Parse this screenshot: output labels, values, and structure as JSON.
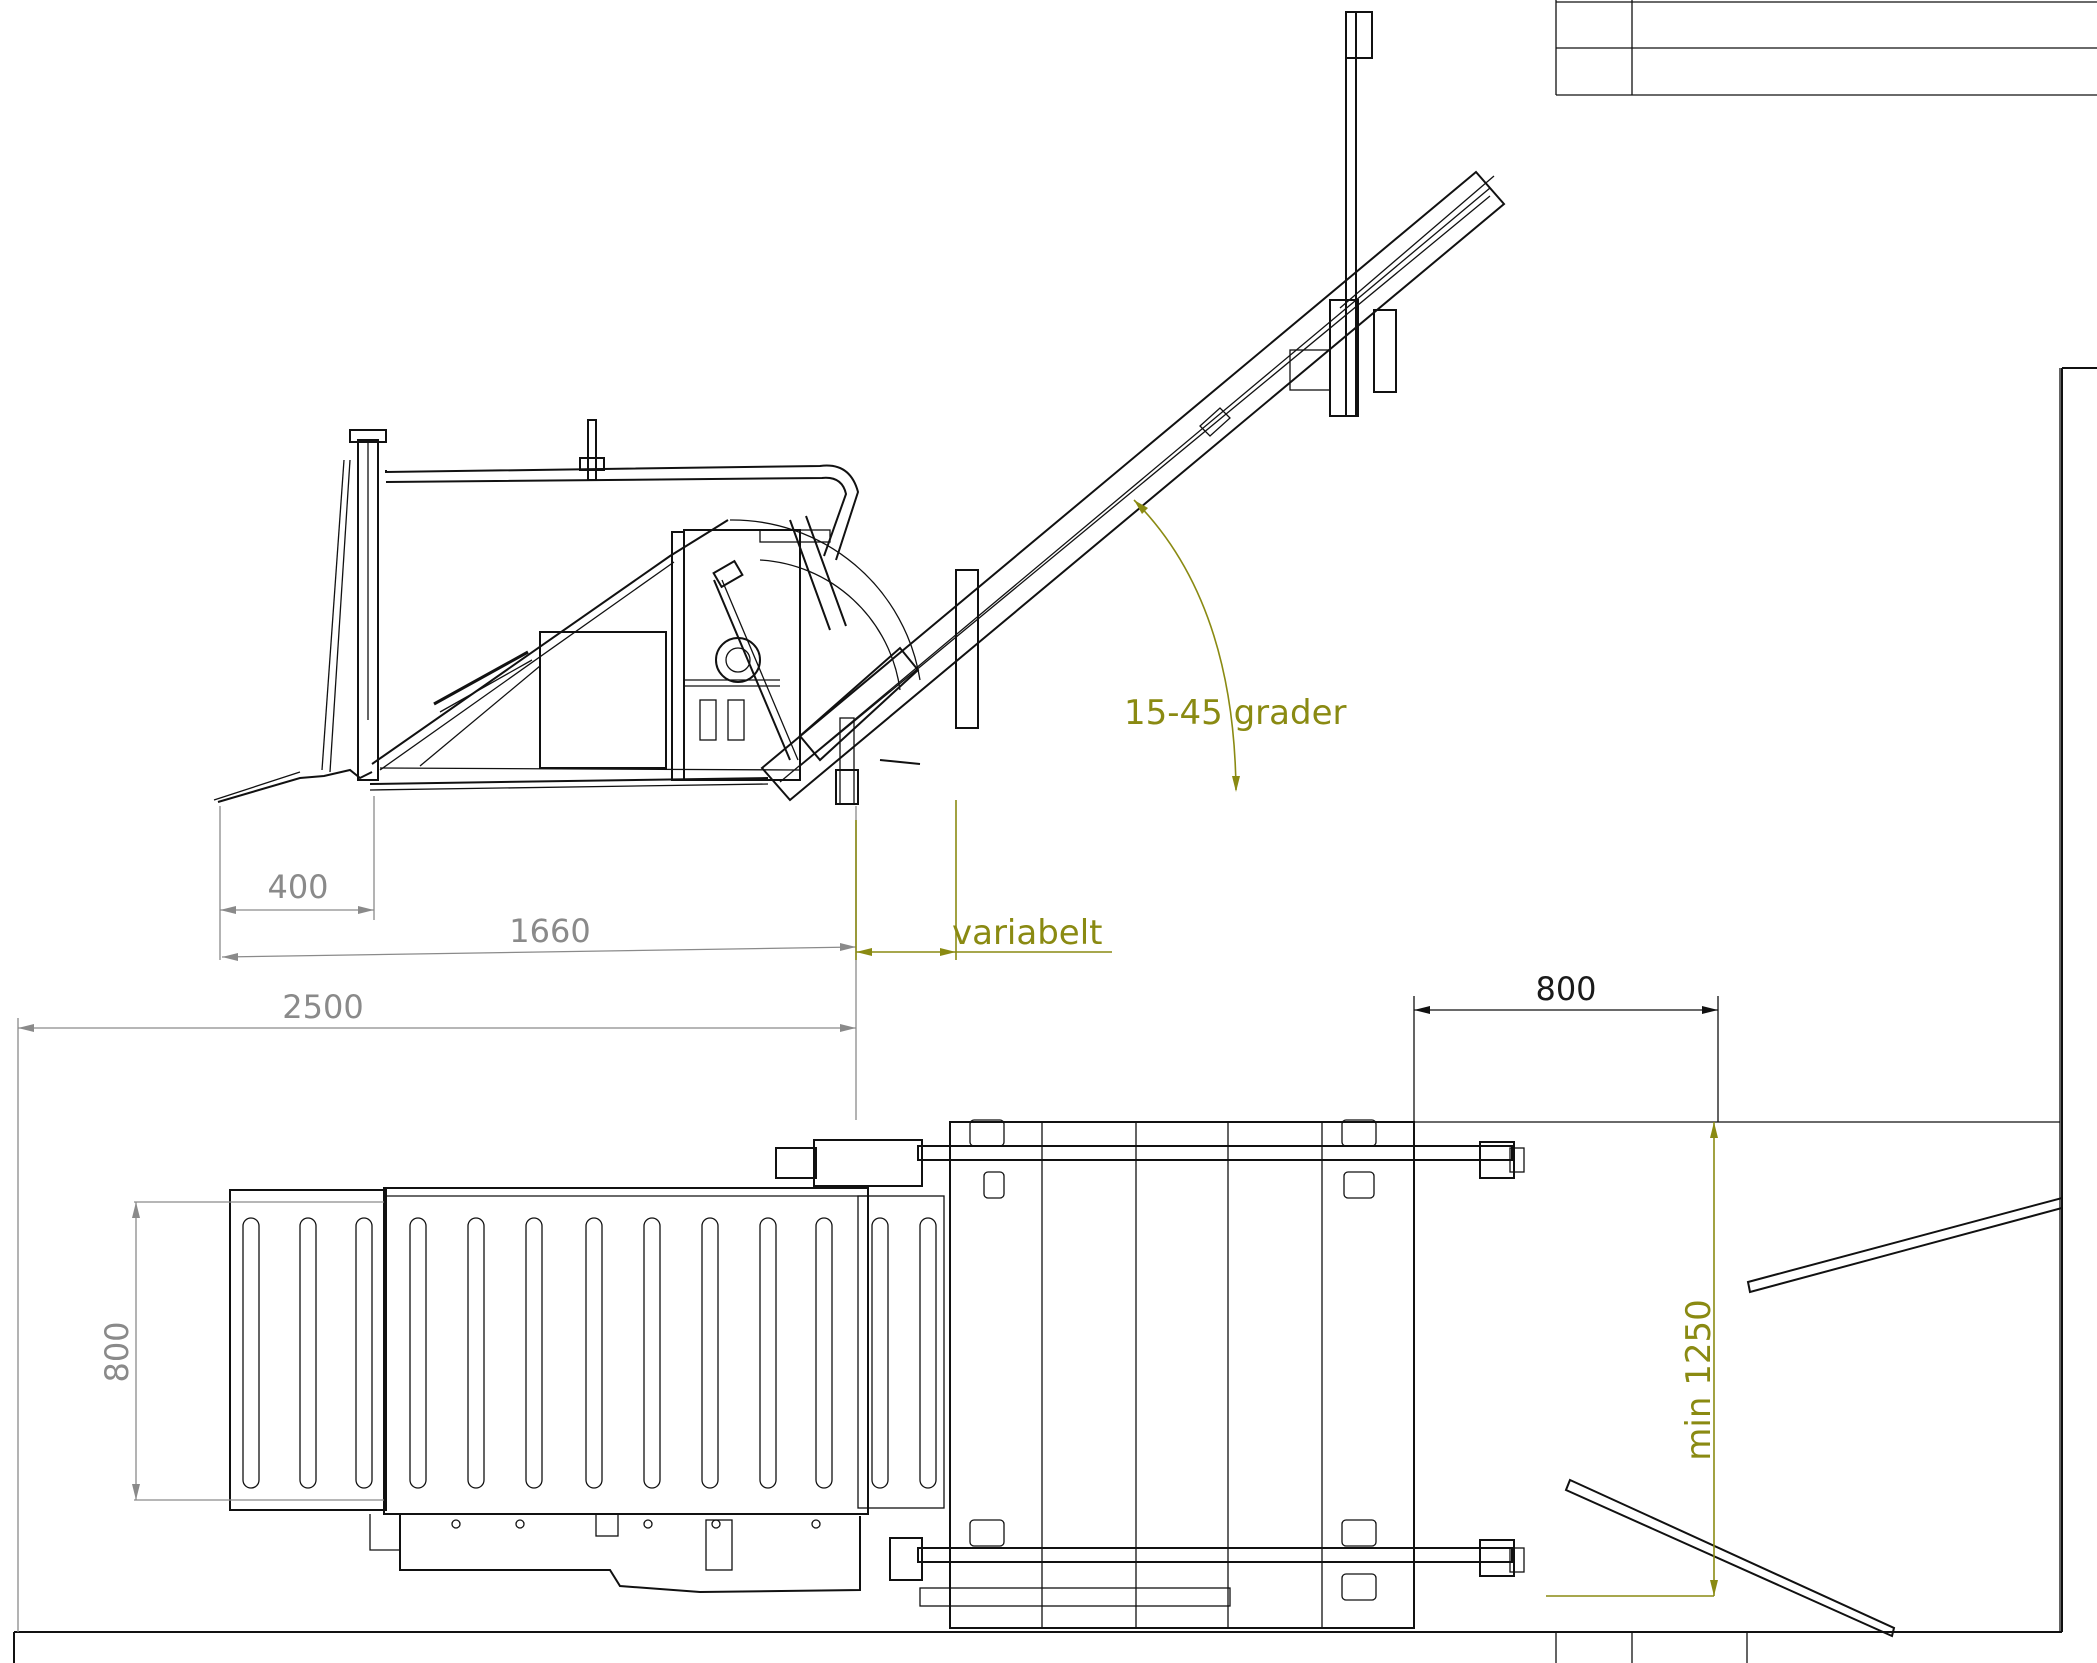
{
  "dimensions": {
    "d400": "400",
    "d1660": "1660",
    "d2500": "2500",
    "d800_top": "800",
    "d800_side": "800",
    "variable": "variabelt",
    "angle": "15-45 grader",
    "min1250": "min 1250"
  },
  "colors": {
    "line": "#111111",
    "dimension_gray": "#8a8a8a",
    "dimension_olive": "#8a8a12",
    "background": "#ffffff"
  }
}
